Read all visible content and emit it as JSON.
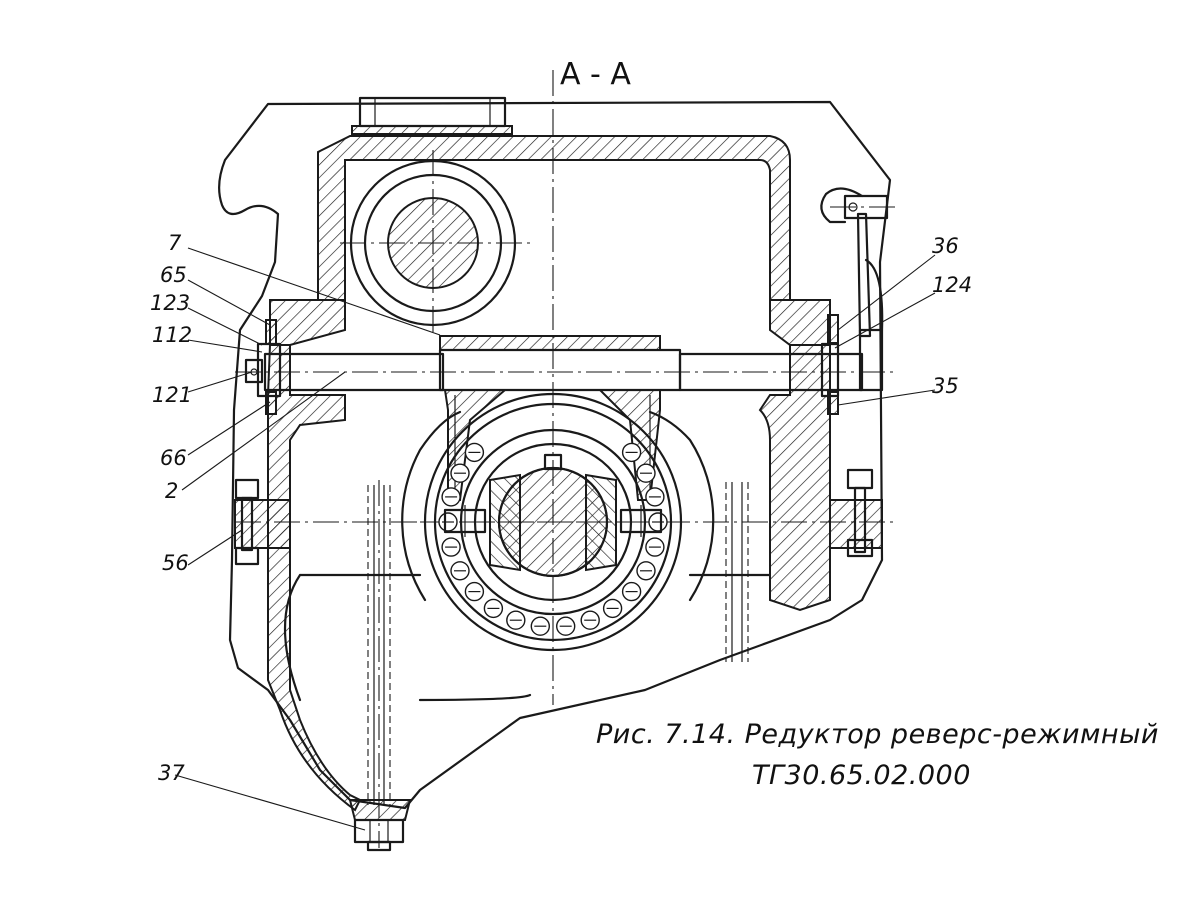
{
  "section_label": "А - А",
  "caption": {
    "line1": "Рис. 7.14. Редуктор реверс-режимный",
    "line2": "ТГ30.65.02.000"
  },
  "callouts": {
    "c7": "7",
    "c65": "65",
    "c123": "123",
    "c112": "112",
    "c121": "121",
    "c66": "66",
    "c2": "2",
    "c56": "56",
    "c37": "37",
    "c36": "36",
    "c124": "124",
    "c35": "35"
  }
}
